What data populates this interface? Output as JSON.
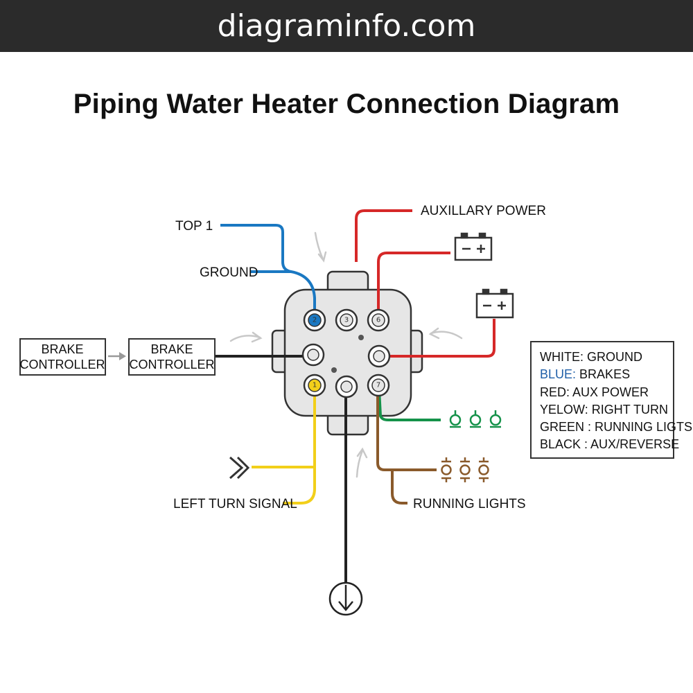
{
  "banner": {
    "text": "diagraminfo.com"
  },
  "title": "Piping Water Heater Connection Diagram",
  "labels": {
    "top1": "TOP 1",
    "ground": "GROUND",
    "aux_power": "AUXILLARY POWER",
    "left_turn": "LEFT TURN SIGNAL",
    "running_lights": "RUNNING LIGHTS"
  },
  "boxes": {
    "brake_controller_1": [
      "BRAKE",
      "CONTROLLER"
    ],
    "brake_controller_2": [
      "BRAKE",
      "CONTROLLER"
    ]
  },
  "connector": {
    "pins": [
      {
        "num": "2",
        "wire": "blue"
      },
      {
        "num": "3",
        "wire": "none"
      },
      {
        "num": "6",
        "wire": "red"
      },
      {
        "num": "",
        "wire": "black"
      },
      {
        "num": "",
        "wire": "red"
      },
      {
        "num": "1",
        "wire": "yellow"
      },
      {
        "num": "",
        "wire": "black"
      },
      {
        "num": "7",
        "wire": "brown"
      }
    ]
  },
  "icons": {
    "battery_top": {
      "name": "battery-icon",
      "symbols": "− +"
    },
    "battery_right": {
      "name": "battery-icon",
      "symbols": "− +"
    },
    "ground": {
      "name": "ground-arrow-icon"
    },
    "chevron": {
      "name": "chevron-right-icon"
    },
    "green_lamps": {
      "name": "lamp-icon",
      "count": 3
    },
    "brown_lamps": {
      "name": "lamp-icon",
      "count": 3
    }
  },
  "legend": [
    {
      "color_word": "WHITE",
      "sep": ":",
      "text": " GROUND",
      "color": "#111111"
    },
    {
      "color_word": "BLUE",
      "sep": ":",
      "text": " BRAKES",
      "color": "#1f5fa8"
    },
    {
      "color_word": "RED",
      "sep": ":",
      "text": " AUX POWER",
      "color": "#111111"
    },
    {
      "color_word": "YELOW",
      "sep": ":",
      "text": " RIGHT TURN",
      "color": "#111111"
    },
    {
      "color_word": "GREEN",
      "sep": " :",
      "text": " RUNNING LIGTS",
      "color": "#111111"
    },
    {
      "color_word": "BLACK",
      "sep": " :",
      "text": " AUX/REVERSE",
      "color": "#111111"
    }
  ],
  "colors": {
    "banner_bg": "#2b2b2b",
    "wire_blue": "#1a78c2",
    "wire_red": "#d62828",
    "wire_yellow": "#f2cf1a",
    "wire_green": "#15924a",
    "wire_brown": "#8a5a2b",
    "wire_black": "#222222",
    "connector_fill": "#e6e6e6"
  }
}
